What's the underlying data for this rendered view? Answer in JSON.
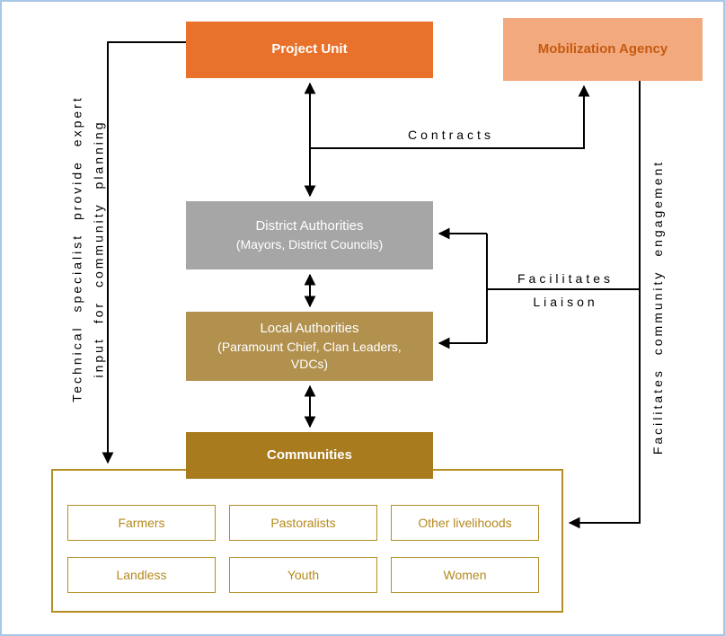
{
  "page": {
    "border_color": "#A9C7E7",
    "background_color": "#FFFFFF"
  },
  "diagram": {
    "nodes": {
      "project_unit": {
        "label": "Project Unit",
        "bg": "#E8722C",
        "text_color": "#FFFFFF"
      },
      "mobilization_agency": {
        "label": "Mobilization Agency",
        "bg": "#F2A97E",
        "text_color": "#C55A11"
      },
      "district_authorities": {
        "label": "District Authorities",
        "sublabel": "(Mayors, District Councils)",
        "bg": "#A6A6A6",
        "text_color": "#FFFFFF"
      },
      "local_authorities": {
        "label": "Local Authorities",
        "sublabel": "(Paramount Chief, Clan Leaders, VDCs)",
        "bg": "#B2914F",
        "text_color": "#FFFFFF"
      },
      "communities": {
        "label": "Communities",
        "bg": "#A87B1E",
        "text_color": "#FFFFFF"
      }
    },
    "community_groups": [
      "Farmers",
      "Pastoralists",
      "Other livelihoods",
      "Landless",
      "Youth",
      "Women"
    ],
    "community_groups_style": {
      "border_color": "#B38E24",
      "text_color": "#B5891E"
    },
    "edge_labels": {
      "contracts": "Contracts",
      "facilitates_liaison_line1": "Facilitates",
      "facilitates_liaison_line2": "Liaison"
    },
    "side_notes": {
      "left_line1": "Technical specialist provide expert",
      "left_line2": "input for community planning",
      "right": "Facilitates community engagement"
    },
    "line_color": "#000000"
  }
}
